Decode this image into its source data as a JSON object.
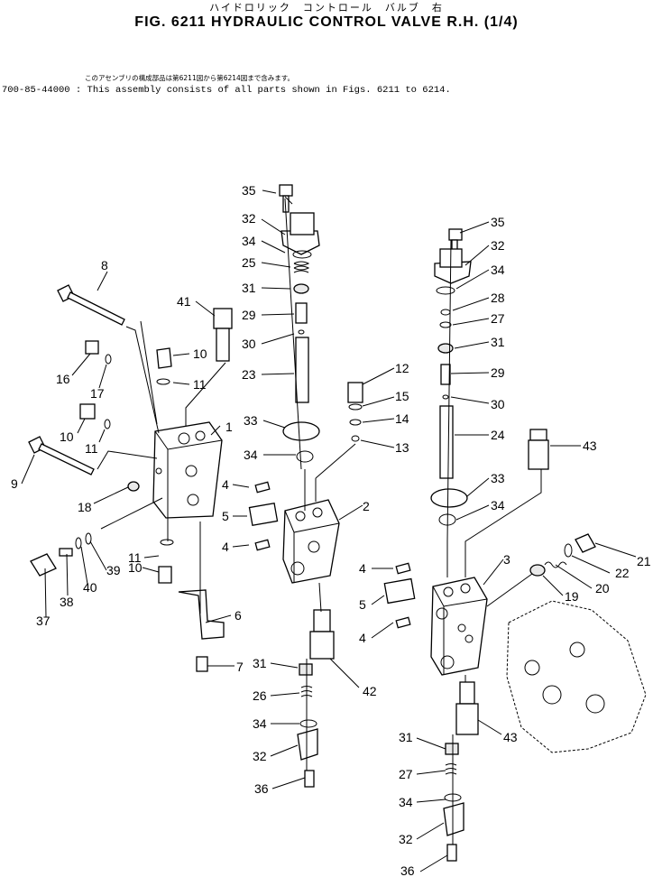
{
  "header": {
    "title_jp": "ハイドロリック　コントロール　バルブ　右",
    "title": "FIG. 6211  HYDRAULIC CONTROL VALVE R.H. (1/4)",
    "note_jp": "このアセンブリの構成部品は第6211図から第6214図まで含みます。",
    "note": "700-85-44000 : This assembly consists of all parts shown in Figs. 6211 to 6214."
  },
  "callouts": [
    "35",
    "32",
    "34",
    "25",
    "31",
    "29",
    "30",
    "23",
    "33",
    "34",
    "8",
    "41",
    "10",
    "11",
    "16",
    "17",
    "10",
    "11",
    "1",
    "9",
    "12",
    "15",
    "14",
    "13",
    "2",
    "4",
    "5",
    "4",
    "18",
    "11",
    "39",
    "10",
    "6",
    "7",
    "40",
    "38",
    "37",
    "35",
    "32",
    "34",
    "28",
    "27",
    "31",
    "29",
    "30",
    "24",
    "43",
    "33",
    "34",
    "3",
    "21",
    "22",
    "20",
    "19",
    "4",
    "5",
    "4",
    "31",
    "42",
    "26",
    "34",
    "32",
    "36",
    "31",
    "43",
    "27",
    "34",
    "32",
    "36"
  ]
}
